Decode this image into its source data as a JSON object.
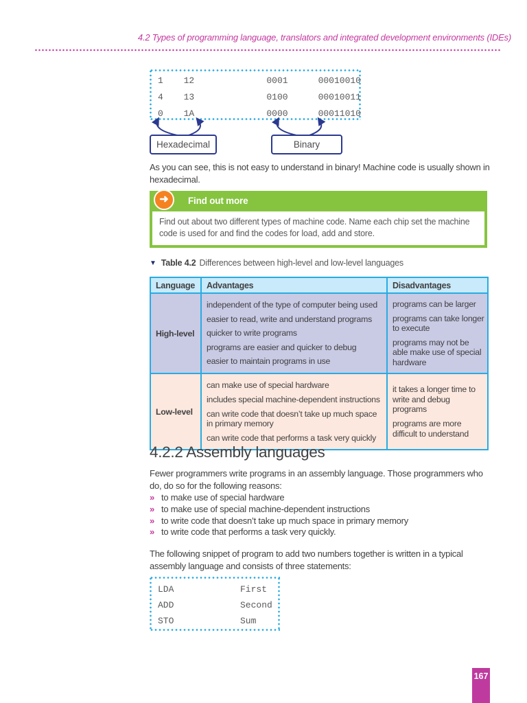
{
  "colors": {
    "magenta": "#c4399f",
    "cyan": "#29abe2",
    "navy": "#2b3990",
    "green": "#86c440",
    "orange": "#f58220",
    "table_header_bg": "#c8eafa",
    "high_level_row_bg": "#c9cae4",
    "low_level_row_bg": "#fce8de",
    "body_text": "#414042",
    "code_text": "#58595b"
  },
  "header": {
    "title": "4.2 Types of programming language, translators and integrated development environments (IDEs)"
  },
  "figure": {
    "rows": [
      [
        "1",
        "12",
        "0001",
        "00010010"
      ],
      [
        "4",
        "13",
        "0100",
        "00010011"
      ],
      [
        "0",
        "1A",
        "0000",
        "00011010"
      ]
    ],
    "hex_label": "Hexadecimal",
    "binary_label": "Binary"
  },
  "intro_paragraph": "As you can see, this is not easy to understand in binary! Machine code is usually shown in hexadecimal.",
  "find_out_more": {
    "icon": "arrow-right-icon",
    "icon_glyph": "➜",
    "title": "Find out more",
    "body": "Find out about two different types of machine code. Name each chip set the machine code is used for and find the codes for load, add and store."
  },
  "table": {
    "caption_marker": "▼",
    "caption_label": "Table 4.2",
    "caption_text": "Differences between high-level and low-level languages",
    "headers": [
      "Language",
      "Advantages",
      "Disadvantages"
    ],
    "rows": [
      {
        "language": "High-level",
        "advantages": [
          "independent of the type of computer being used",
          "easier to read, write and understand programs",
          "quicker to write programs",
          "programs are easier and quicker to debug",
          "easier to maintain programs in use"
        ],
        "disadvantages": [
          "programs can be larger",
          "programs can take longer to execute",
          "programs may not be able make use of special hardware"
        ]
      },
      {
        "language": "Low-level",
        "advantages": [
          "can make use of special hardware",
          "includes special machine-dependent instructions",
          "can write code that doesn’t take up much space in primary memory",
          "can write code that performs a task very quickly"
        ],
        "disadvantages": [
          "it takes a longer time to write and debug programs",
          "programs are more difficult to understand"
        ]
      }
    ]
  },
  "section": {
    "heading": "4.2.2 Assembly languages",
    "intro": "Fewer programmers write programs in an assembly language. Those programmers who do, do so for the following reasons:",
    "bullet_marker": "»",
    "bullets": [
      "to make use of special hardware",
      "to make use of special machine-dependent instructions",
      "to write code that doesn’t take up much space in primary memory",
      "to write code that performs a task very quickly."
    ],
    "snippet_intro": "The following snippet of program to add two numbers together is written in a typical assembly language and consists of three statements:",
    "assembly": [
      [
        "LDA",
        "First"
      ],
      [
        "ADD",
        "Second"
      ],
      [
        "STO",
        "Sum"
      ]
    ]
  },
  "footer": {
    "page_number": "167"
  }
}
